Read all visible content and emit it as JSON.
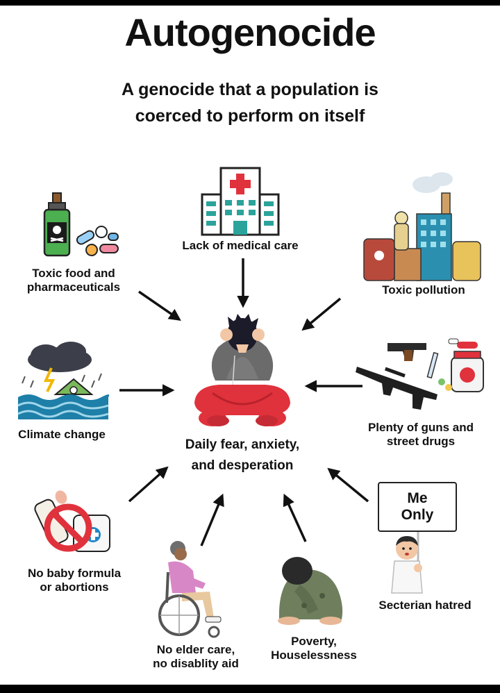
{
  "title": "Autogenocide",
  "subtitle": "A genocide that a population is\ncoerced to perform on itself",
  "center": {
    "label": "Daily fear, anxiety,\nand desperation"
  },
  "causes": {
    "medical": "Lack of medical care",
    "food": "Toxic food and\npharmaceuticals",
    "pollution": "Toxic pollution",
    "climate": "Climate change",
    "guns": "Plenty of guns and\nstreet drugs",
    "baby": "No baby formula\nor abortions",
    "elder": "No elder care,\nno disablity aid",
    "poverty": "Poverty,\nHouselessness",
    "hatred": "Secterian hatred"
  },
  "sign_text": "Me\nOnly",
  "colors": {
    "red": "#e0323c",
    "teal": "#2ba39b",
    "dark": "#111111"
  }
}
